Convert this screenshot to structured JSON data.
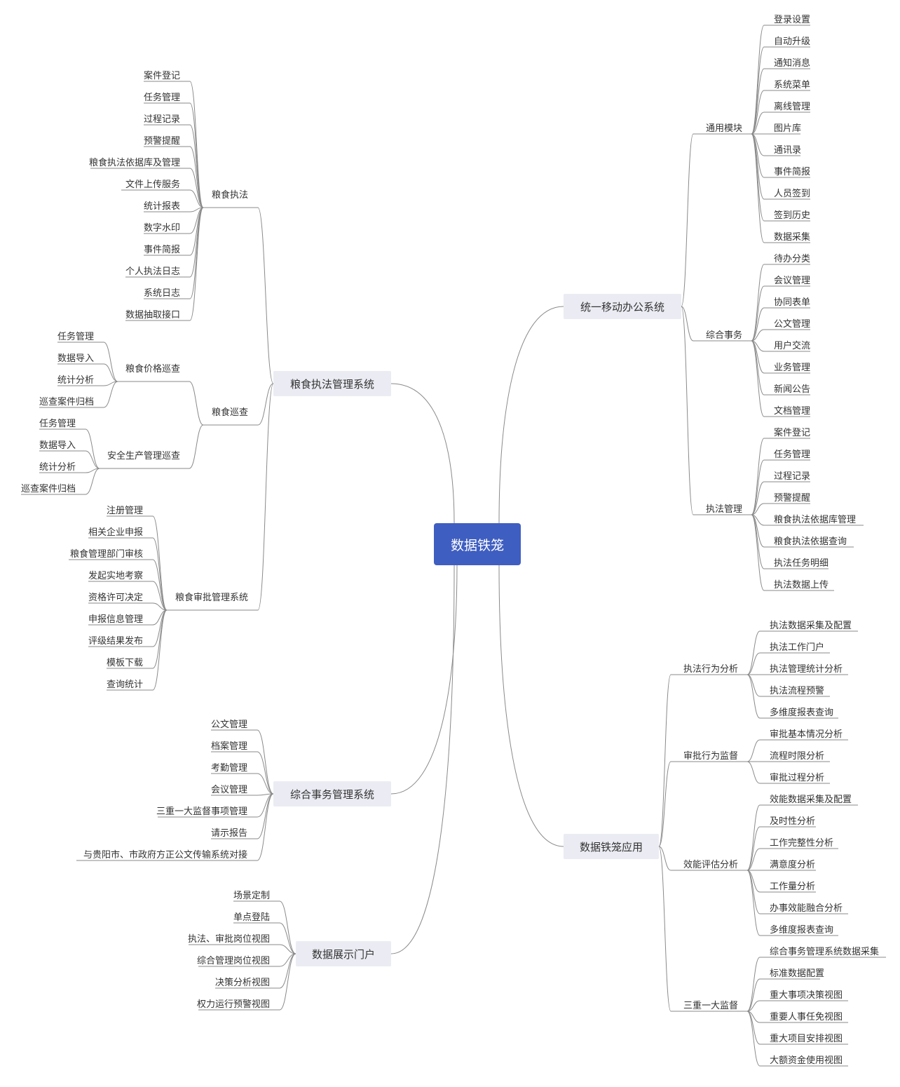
{
  "root": "数据铁笼",
  "branches": [
    {
      "label": "统一移动办公系统",
      "children": [
        {
          "label": "通用模块",
          "children": [
            "登录设置",
            "自动升级",
            "通知消息",
            "系统菜单",
            "离线管理",
            "图片库",
            "通讯录",
            "事件简报",
            "人员签到",
            "签到历史",
            "数据采集"
          ]
        },
        {
          "label": "综合事务",
          "children": [
            "待办分类",
            "会议管理",
            "协同表单",
            "公文管理",
            "用户交流",
            "业务管理",
            "新闻公告",
            "文档管理"
          ]
        },
        {
          "label": "执法管理",
          "children": [
            "案件登记",
            "任务管理",
            "过程记录",
            "预警提醒",
            "粮食执法依据库管理",
            "粮食执法依据查询",
            "执法任务明细",
            "执法数据上传"
          ]
        }
      ]
    },
    {
      "label": "数据铁笼应用",
      "children": [
        {
          "label": "执法行为分析",
          "children": [
            "执法数据采集及配置",
            "执法工作门户",
            "执法管理统计分析",
            "执法流程预警",
            "多维度报表查询"
          ]
        },
        {
          "label": "审批行为监督",
          "children": [
            "审批基本情况分析",
            "流程时限分析",
            "审批过程分析"
          ]
        },
        {
          "label": "效能评估分析",
          "children": [
            "效能数据采集及配置",
            "及时性分析",
            "工作完整性分析",
            "满意度分析",
            "工作量分析",
            "办事效能融合分析",
            "多维度报表查询"
          ]
        },
        {
          "label": "三重一大监督",
          "children": [
            "综合事务管理系统数据采集",
            "标准数据配置",
            "重大事项决策视图",
            "重要人事任免视图",
            "重大项目安排视图",
            "大额资金使用视图"
          ]
        }
      ]
    },
    {
      "label": "粮食执法管理系统",
      "children": [
        {
          "label": "粮食执法",
          "children": [
            "案件登记",
            "任务管理",
            "过程记录",
            "预警提醒",
            "粮食执法依据库及管理",
            "文件上传服务",
            "统计报表",
            "数字水印",
            "事件简报",
            "个人执法日志",
            "系统日志",
            "数据抽取接口"
          ]
        },
        {
          "label": "粮食巡查",
          "children": [
            {
              "label": "粮食价格巡查",
              "children": [
                "任务管理",
                "数据导入",
                "统计分析",
                "巡查案件归档"
              ]
            },
            {
              "label": "安全生产管理巡查",
              "children": [
                "任务管理",
                "数据导入",
                "统计分析",
                "巡查案件归档"
              ]
            }
          ]
        },
        {
          "label": "粮食审批管理系统",
          "children": [
            "注册管理",
            "相关企业申报",
            "粮食管理部门审核",
            "发起实地考察",
            "资格许可决定",
            "申报信息管理",
            "评级结果发布",
            "模板下载",
            "查询统计"
          ]
        }
      ]
    },
    {
      "label": "综合事务管理系统",
      "children": [
        "公文管理",
        "档案管理",
        "考勤管理",
        "会议管理",
        "三重一大监督事项管理",
        "请示报告",
        "与贵阳市、市政府方正公文传输系统对接"
      ]
    },
    {
      "label": "数据展示门户",
      "children": [
        "场景定制",
        "单点登陆",
        "执法、审批岗位视图",
        "综合管理岗位视图",
        "决策分析视图",
        "权力运行预警视图"
      ]
    }
  ]
}
